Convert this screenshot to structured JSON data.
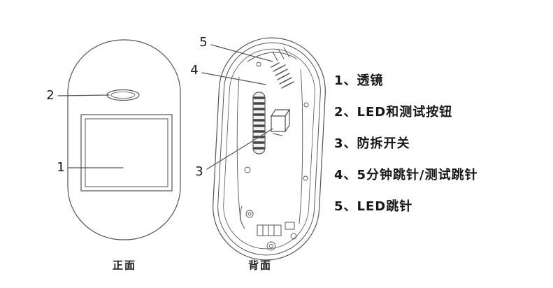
{
  "figure": {
    "title": "pir-sensor-exploded-diagram",
    "front_view": {
      "label": "正面"
    },
    "back_view": {
      "label": "背面"
    },
    "callouts": {
      "c1": "1",
      "c2": "2",
      "c3": "3",
      "c4": "4",
      "c5": "5"
    },
    "legend": {
      "items": [
        "1、透镜",
        "2、LED和测试按钮",
        "3、防拆开关",
        "4、5分钟跳针/测试跳针",
        "5、LED跳针"
      ]
    },
    "colors": {
      "line": "#555555",
      "text": "#1c1c1c",
      "background": "#ffffff"
    }
  }
}
